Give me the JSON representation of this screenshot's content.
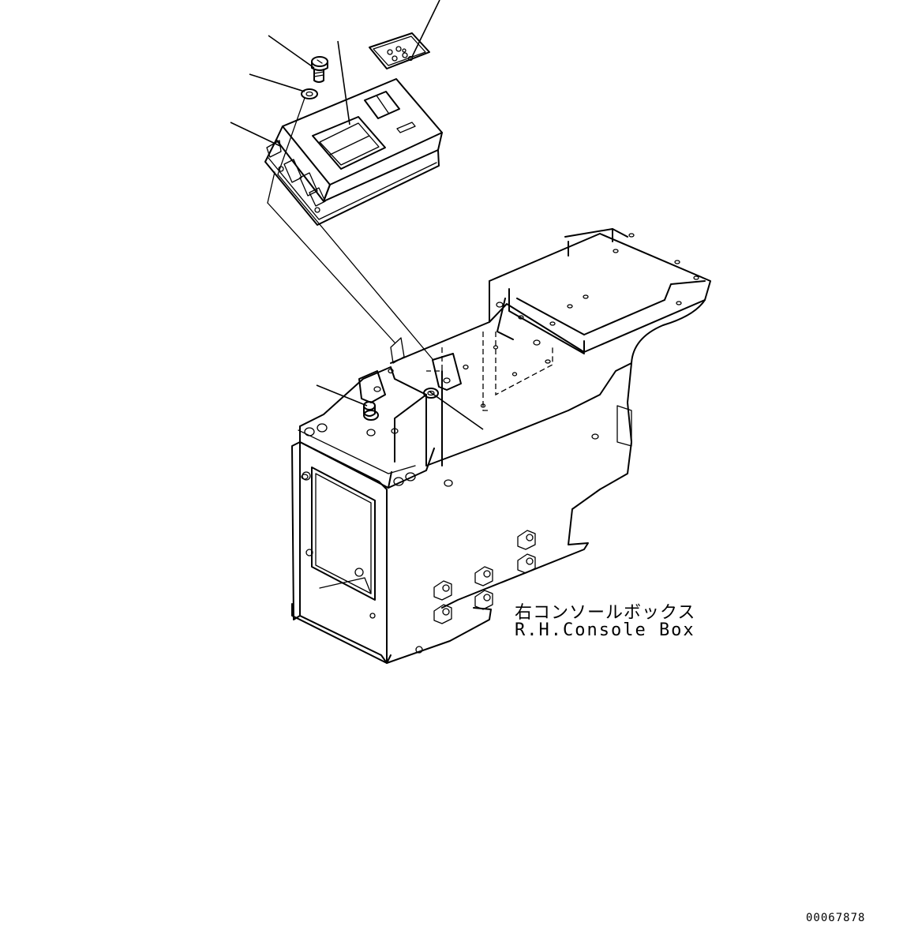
{
  "console": {
    "label_jp": "右コンソールボックス",
    "label_en": "R.H.Console Box"
  },
  "figure_number": "00067878",
  "parts": [
    {
      "name": "bolt"
    },
    {
      "name": "washer"
    },
    {
      "name": "monitor"
    },
    {
      "name": "label-plate"
    },
    {
      "name": "monitor-bracket"
    },
    {
      "name": "grease-fitting"
    },
    {
      "name": "nut"
    }
  ]
}
